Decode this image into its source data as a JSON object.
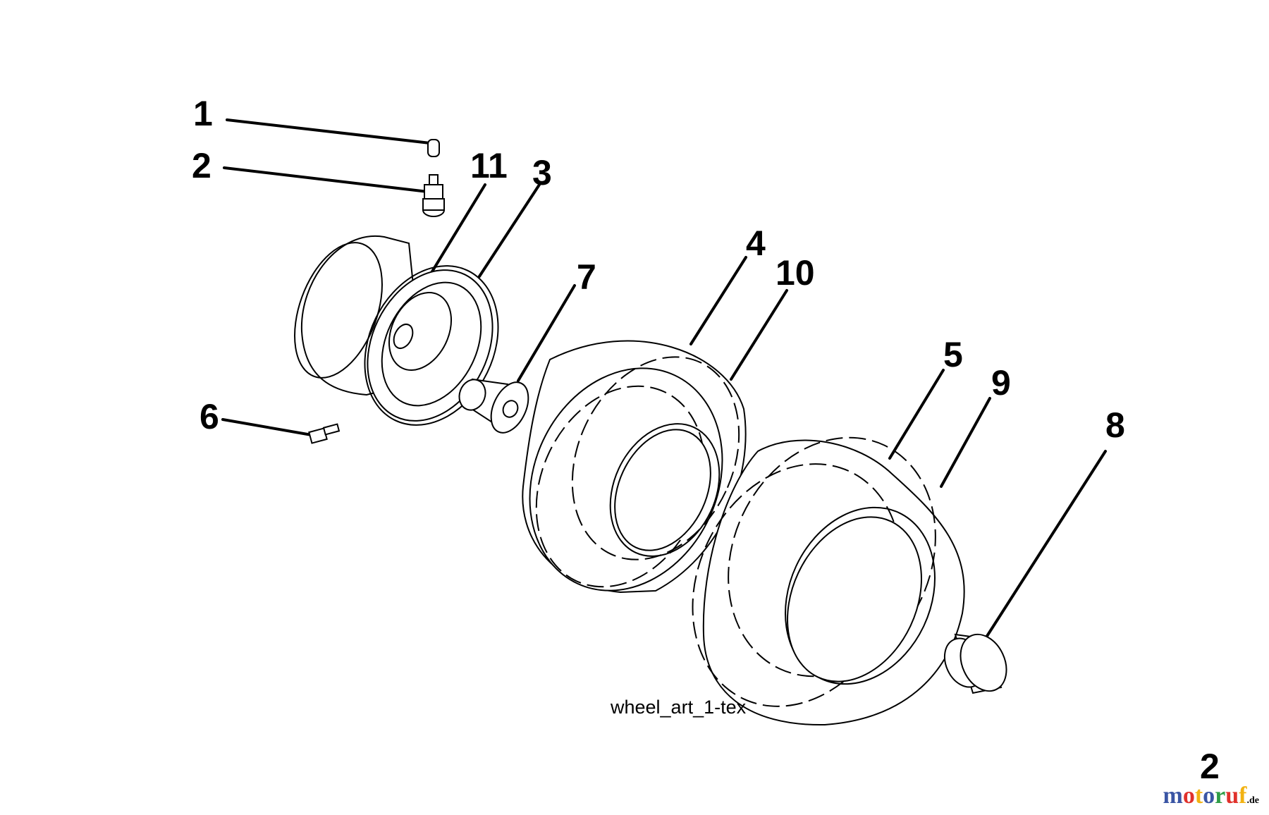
{
  "callouts": {
    "c1": "1",
    "c2": "2",
    "c3": "3",
    "c4": "4",
    "c5": "5",
    "c6": "6",
    "c7": "7",
    "c8": "8",
    "c9": "9",
    "c10": "10",
    "c11": "11"
  },
  "caption": "wheel_art_1-tex",
  "page_number": "2",
  "watermark": {
    "letters": [
      "m",
      "o",
      "t",
      "o",
      "r",
      "u",
      "f"
    ],
    "letter_colors": [
      "#3a55a4",
      "#e0312b",
      "#f2b212",
      "#3a55a4",
      "#2f9d47",
      "#e0312b",
      "#f2b212"
    ],
    "suffix": ".de"
  }
}
